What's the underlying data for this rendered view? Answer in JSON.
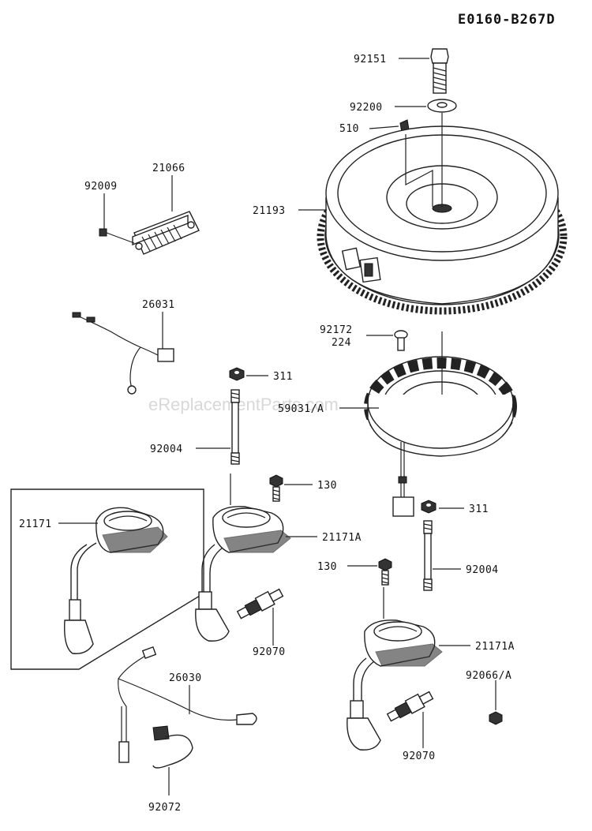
{
  "diagram_code": "E0160-B267D",
  "watermark": "eReplacementParts.com",
  "part_labels": {
    "p92151": "92151",
    "p92200": "92200",
    "p510": "510",
    "p21193": "21193",
    "p21066": "21066",
    "p92009": "92009",
    "p26031": "26031",
    "p92172": "92172",
    "p224": "224",
    "p311_top": "311",
    "p59031": "59031/A",
    "p92004_left": "92004",
    "p130_left": "130",
    "p21171": "21171",
    "p21171A_left": "21171A",
    "p311_right": "311",
    "p130_right": "130",
    "p92004_right": "92004",
    "p92070_left": "92070",
    "p21171A_right": "21171A",
    "p26030": "26030",
    "p92066": "92066/A",
    "p92070_right": "92070",
    "p92072": "92072"
  }
}
